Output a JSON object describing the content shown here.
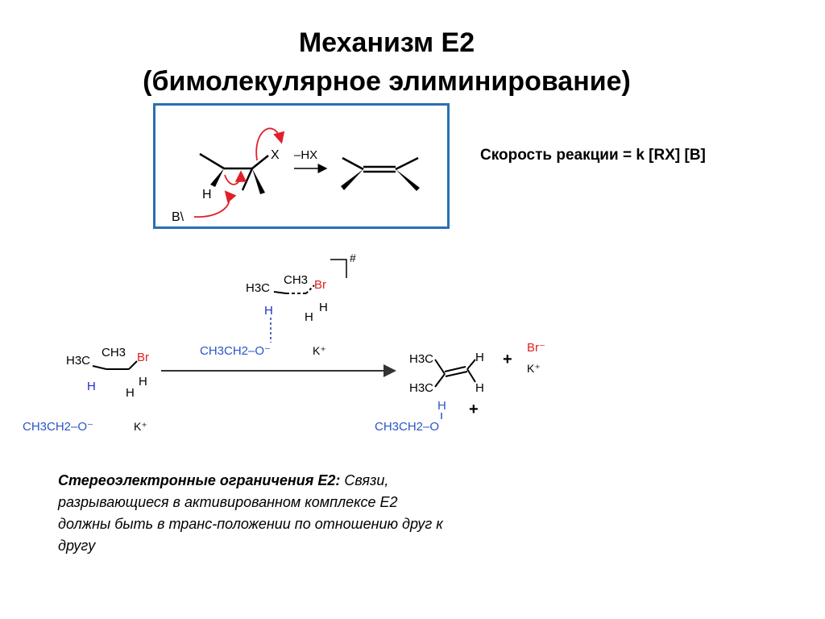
{
  "title": {
    "line1": "Механизм Е2",
    "line2": "(бимолекулярное элиминирование)"
  },
  "mechanism_box": {
    "leaving_group": "X",
    "proton": "H",
    "base": "B\\",
    "arrow_label": "–HX",
    "border_color": "#2a6fb5",
    "curved_arrow_color": "#e0202a"
  },
  "rate_law": "Скорость реакции = k  [RX]  [B]",
  "reaction": {
    "substrate": {
      "h3c": "H3C",
      "ch3": "CH3",
      "br": "Br",
      "h_front": "H",
      "h1": "H",
      "h2": "H"
    },
    "base": {
      "ethoxide": "CH3CH2–O⁻",
      "cation": "K⁺"
    },
    "transition_state": {
      "h3c": "H3C",
      "ch3": "CH3",
      "br": "Br",
      "h_left": "H",
      "h1": "H",
      "h2": "H",
      "ethoxide": "CH3CH2–O⁻",
      "cation": "K⁺",
      "marker": "#"
    },
    "products": {
      "alkene_h3c_top": "H3C",
      "alkene_h3c_bottom": "H3C",
      "alkene_h_top": "H",
      "alkene_h_bottom": "H",
      "plus1": "+",
      "bromide": "Br⁻",
      "cation": "K⁺",
      "ethanol_h": "H",
      "ethanol": "CH3CH2–O",
      "plus2": "+"
    },
    "colors": {
      "hydrogen": "#2030c0",
      "bromine": "#e02020",
      "ethoxide": "#2a55c8"
    }
  },
  "stereo_note": {
    "heading": "Стереоэлектронные ограничения Е2:",
    "body": " Связи, разрывающиеся в активированном комплексе Е2 должны быть в транс-положении по отношению друг к другу"
  }
}
